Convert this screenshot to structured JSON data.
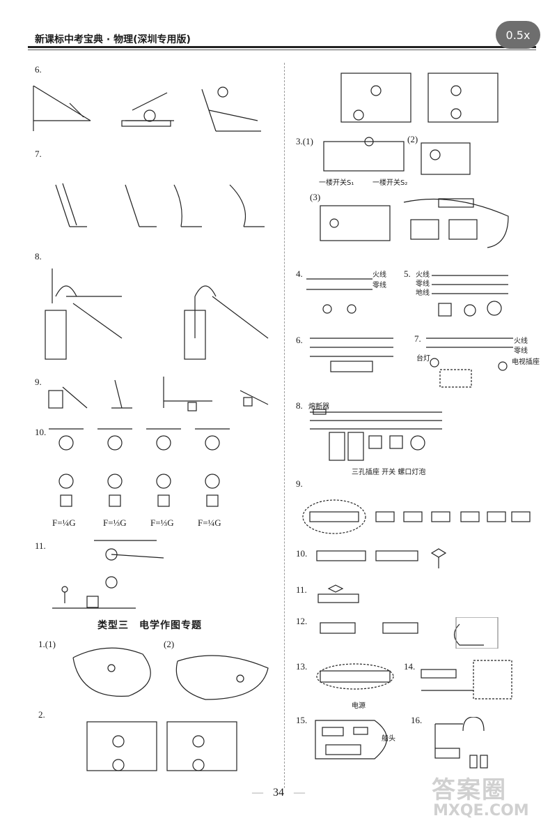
{
  "header": {
    "title": "新课标中考宝典 · 物理(深圳专用版)",
    "zoom": "0.5x"
  },
  "left_items": [
    "6.",
    "7.",
    "8.",
    "9.",
    "10.",
    "11."
  ],
  "pulley_captions": [
    "F=¼G",
    "F=⅓G",
    "F=⅓G",
    "F=¼G"
  ],
  "section_heading": "类型三　电学作图专题",
  "electric_items": [
    "1.(1)",
    "(2)",
    "2."
  ],
  "right_items": {
    "r3": "3.(1)",
    "r3b": "(2)",
    "r3c": "(3)",
    "r4": "4.",
    "r5": "5.",
    "r6": "6.",
    "r7": "7.",
    "r8": "8.",
    "r9": "9.",
    "r10": "10.",
    "r11": "11.",
    "r12": "12.",
    "r13": "13.",
    "r14": "14.",
    "r15": "15.",
    "r16": "16."
  },
  "right_texts": {
    "switch1": "一楼开关S₁",
    "switch2": "一楼开关S₂",
    "huoxian": "火线",
    "lingxian": "零线",
    "dixian": "地线",
    "fuse": "熔断器",
    "fuse_labels": "三孔插座 开关 螺口灯泡",
    "taideng": "台灯",
    "dianshi": "电视插座",
    "power": "电源",
    "chuantou": "船头"
  },
  "page_number": "34",
  "watermark": {
    "main": "答案圈",
    "sub": "MXQE.COM"
  }
}
